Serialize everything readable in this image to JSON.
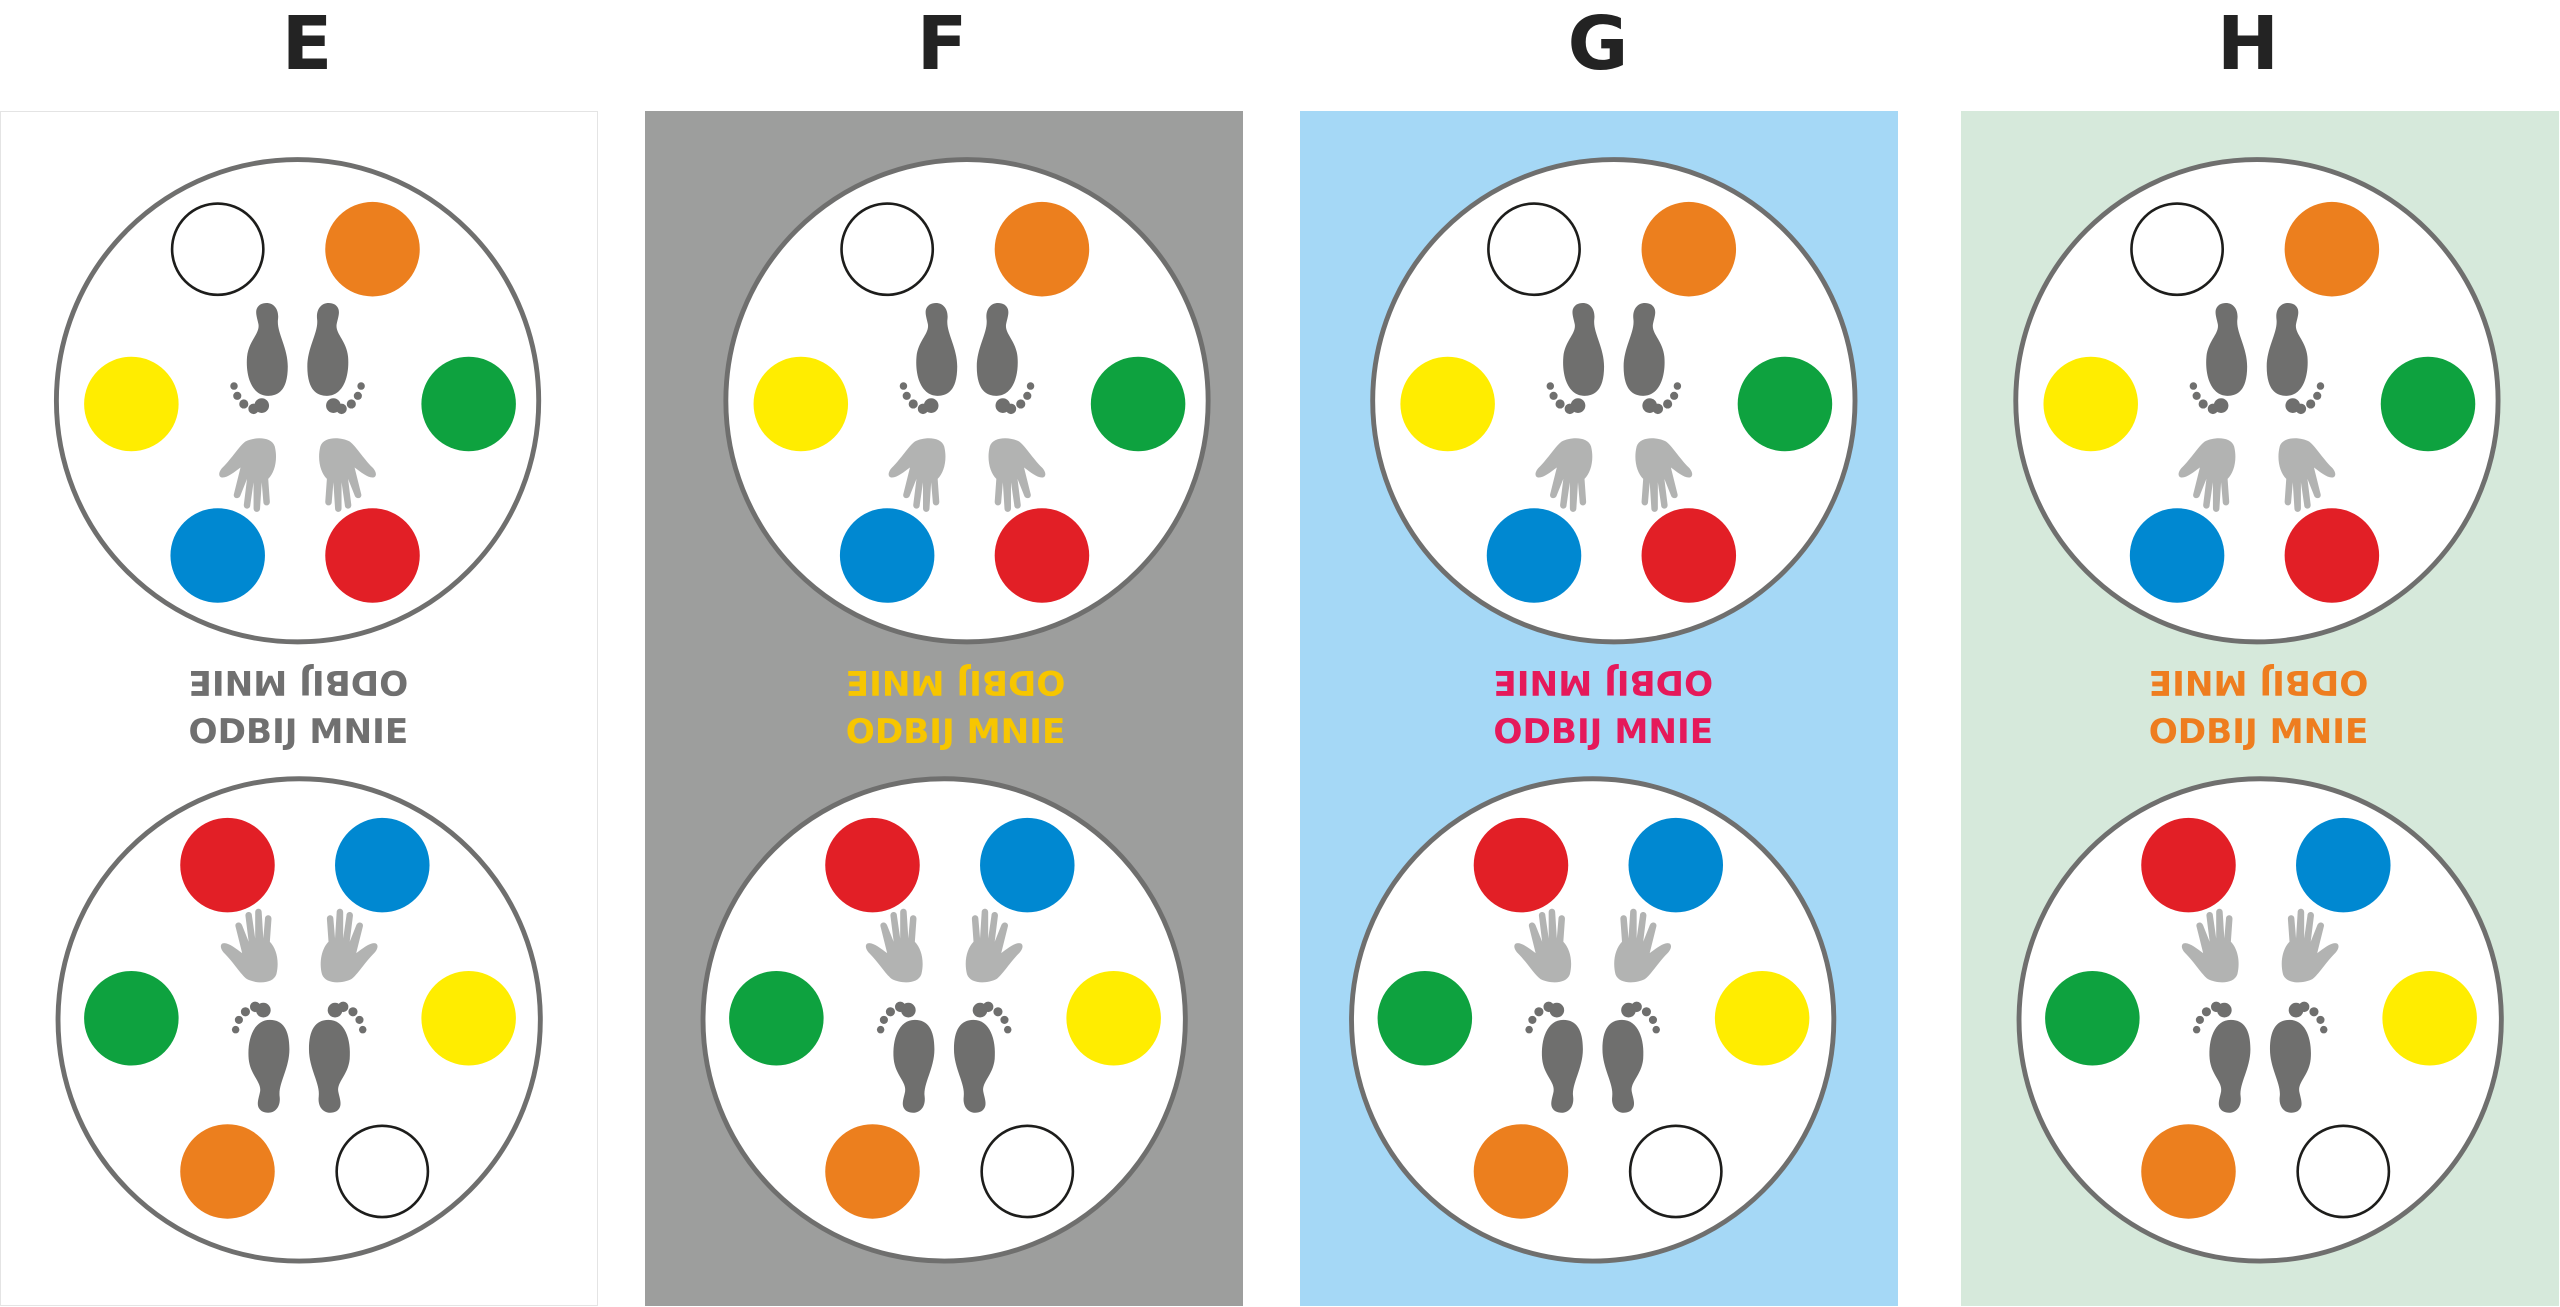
{
  "variants": [
    {
      "label": "E",
      "background": "#ffffff",
      "border": "#e4e4e4",
      "text_color": "#707070",
      "text": "ODBIJ MNIE"
    },
    {
      "label": "F",
      "background": "#9d9e9d",
      "border": "#9d9e9d",
      "text_color": "#f7c600",
      "text": "ODBIJ MNIE"
    },
    {
      "label": "G",
      "background": "#a5d8f6",
      "border": "#a5d8f6",
      "text_color": "#e5195a",
      "text": "ODBIJ MNIE"
    },
    {
      "label": "H",
      "background": "#d6e9db",
      "border": "#d6e9db",
      "text_color": "#ee7d1f",
      "text": "ODBIJ MNIE"
    }
  ],
  "dot_colors": {
    "white": "#ffffff",
    "orange": "#ec7f1e",
    "yellow": "#ffed00",
    "green": "#0ea23f",
    "blue": "#0088d1",
    "red": "#e21f26"
  },
  "foot_color": "#6f6f6e",
  "hand_color": "#b2b3b2",
  "ring_color": "#6f6f6e"
}
